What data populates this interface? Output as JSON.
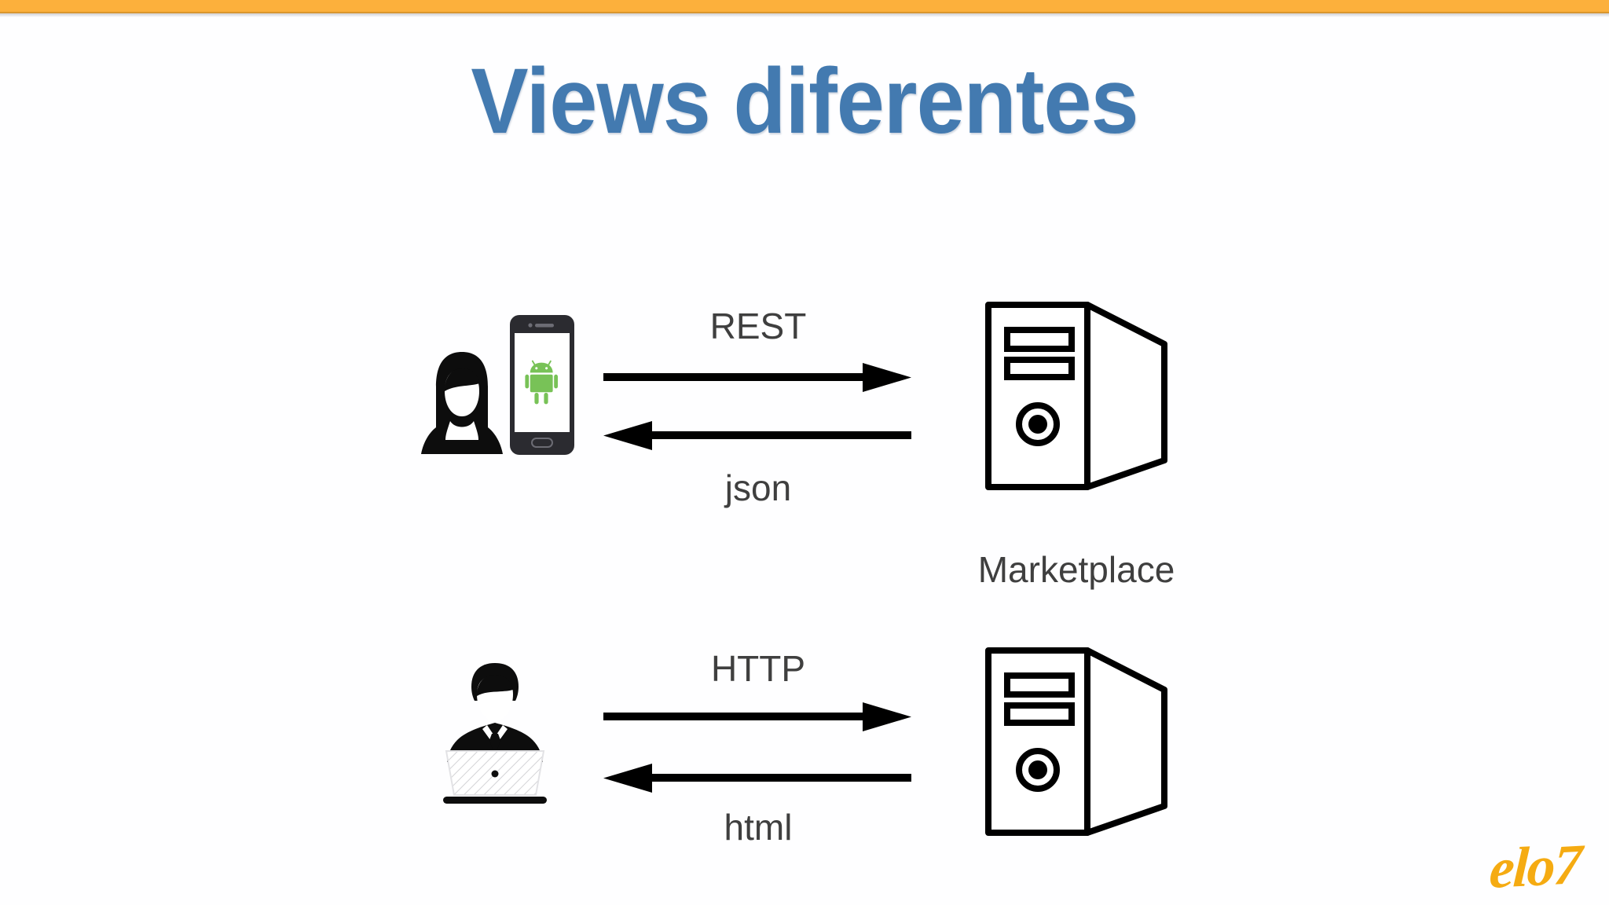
{
  "slide": {
    "title": "Views diferentes",
    "background_color": "#fefeff",
    "accent_bar_color": "#fcb03c",
    "title_color": "#437ab0",
    "label_color": "#3f3f3f",
    "arrow_color": "#000000",
    "android_green": "#78c257",
    "brand_logo_color": "#f5ab12"
  },
  "brand": {
    "logo_text": "elo7"
  },
  "flows": [
    {
      "id": "mobile-flow",
      "client_icon": "woman-with-android-phone-icon",
      "server_icon": "server-tower-icon",
      "request_label": "REST",
      "response_label": "json",
      "server_label": "Marketplace"
    },
    {
      "id": "web-flow",
      "client_icon": "man-with-laptop-icon",
      "server_icon": "server-tower-icon",
      "request_label": "HTTP",
      "response_label": "html",
      "server_label": ""
    }
  ],
  "labels": {
    "rest": "REST",
    "json": "json",
    "http": "HTTP",
    "html": "html",
    "marketplace": "Marketplace"
  }
}
